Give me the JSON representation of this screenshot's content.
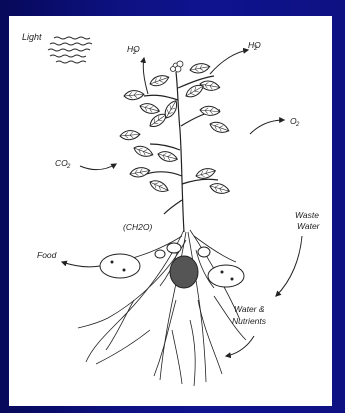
{
  "diagram": {
    "labels": {
      "light": "Light",
      "water_vapor_left": "H2O",
      "water_vapor_right": "H2O",
      "oxygen": "O2",
      "carbon_dioxide": "CO2",
      "carbohydrate": "(CH2O)",
      "food": "Food",
      "waste_water_1": "Waste",
      "waste_water_2": "Water",
      "water_nutrients_1": "Water &",
      "water_nutrients_2": "Nutrients"
    },
    "colors": {
      "background": "#0c0f78",
      "panel": "#ffffff",
      "ink": "#222222"
    }
  }
}
